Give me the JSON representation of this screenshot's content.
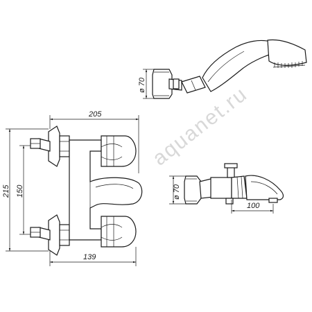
{
  "watermark": "aquanet.ru",
  "dimensions": {
    "shower_head_diameter": "ø 70",
    "total_width": "205",
    "total_height": "215",
    "inlet_spacing": "150",
    "depth": "139",
    "spout_diameter": "ø 70",
    "spout_length": "100"
  }
}
